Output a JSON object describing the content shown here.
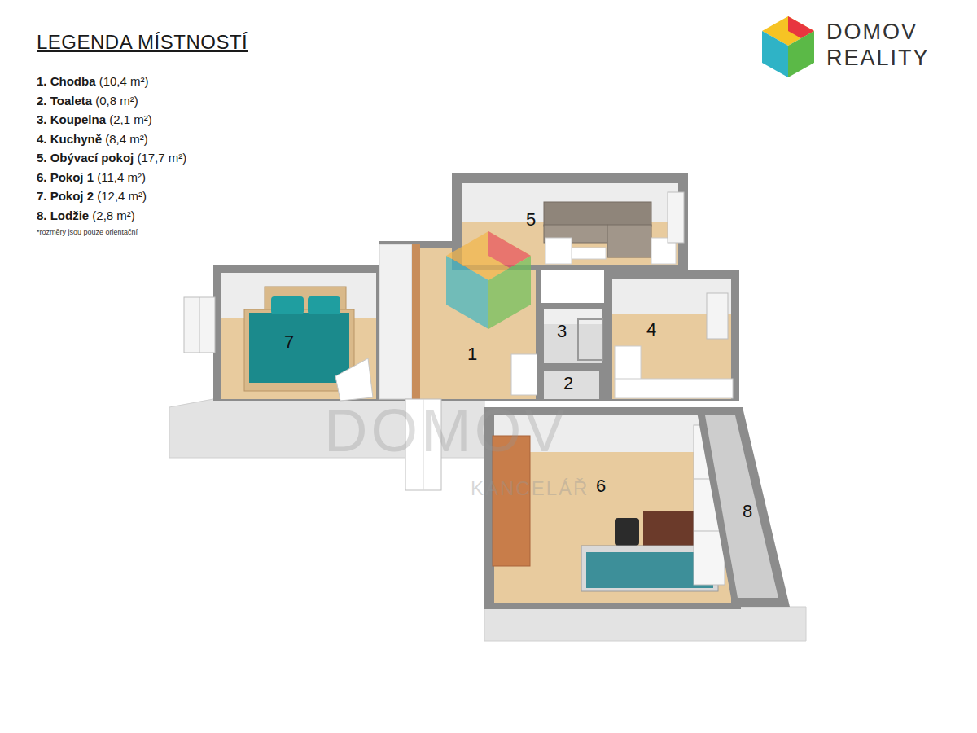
{
  "diagram": {
    "title": "LEGENDA MÍSTNOSTÍ",
    "nodes": [
      {
        "text": [
          "5"
        ]
      },
      {
        "text": [
          "7"
        ]
      },
      {
        "text": [
          "3"
        ]
      },
      {
        "text": [
          "1"
        ]
      },
      {
        "text": [
          "4"
        ]
      },
      {
        "text": [
          "2"
        ]
      },
      {
        "text": [
          "6"
        ]
      },
      {
        "text": [
          "8"
        ]
      }
    ],
    "labels": [
      "*rozměry jsou pouze orientační",
      "DOMOV REALITY",
      "DOMOV",
      "KANCELÁŘ"
    ],
    "legend": [
      {
        "text": "1. Chodba (10,4 m²)"
      },
      {
        "text": "2. Toaleta (0,8 m²)"
      },
      {
        "text": "3. Koupelna (2,1 m²)"
      },
      {
        "text": "4. Kuchyně (8,4 m²)"
      },
      {
        "text": "5. Obývací pokoj (17,7 m²)"
      },
      {
        "text": "6. Pokoj 1 (11,4 m²)"
      },
      {
        "text": "7. Pokoj 2 (12,4 m²)"
      },
      {
        "text": "8. Lodžie (2,8 m²)"
      }
    ]
  }
}
